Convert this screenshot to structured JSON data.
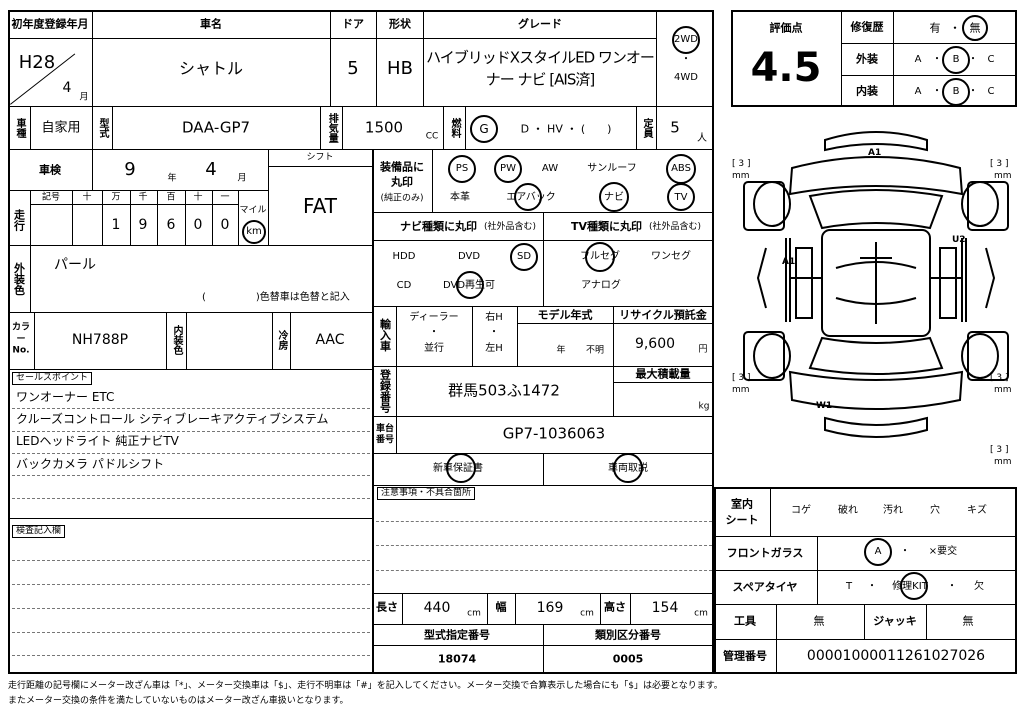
{
  "header": {
    "reg_label": "初年度登録年月",
    "name_label": "車名",
    "door_label": "ドア",
    "shape_label": "形状",
    "grade_label": "グレード",
    "reg_era": "H28",
    "reg_month": "4",
    "month_unit": "月",
    "car_name": "シャトル",
    "doors": "5",
    "shape": "HB",
    "grade_line1": "ハイブリッドXスタイルED ワンオー",
    "grade_line2": "ナー ナビ [AIS済]",
    "drive_2wd": "2WD",
    "drive_dot": "・",
    "drive_4wd": "4WD"
  },
  "score": {
    "label": "評価点",
    "value": "4.5",
    "repair_label": "修復歴",
    "repair_yes": "有",
    "repair_dot": "・",
    "repair_no": "無",
    "exterior_label": "外装",
    "interior_label": "内装",
    "grade_a": "A",
    "grade_b": "B",
    "grade_c": "C",
    "dot": "・"
  },
  "row2": {
    "use_label": "車種",
    "use_value": "自家用",
    "model_label": "型式",
    "model_value": "DAA-GP7",
    "disp_label": "排気量",
    "disp_value": "1500",
    "disp_unit": "CC",
    "fuel_label": "燃料",
    "fuel_g": "G",
    "fuel_rest": "D ・ HV ・ (　　)",
    "cap_label": "定員",
    "cap_value": "5",
    "cap_unit": "人"
  },
  "inspection": {
    "label": "車検",
    "year": "9",
    "year_unit": "年",
    "month": "4",
    "month_unit": "月",
    "shift_label": "シフト",
    "shift_value": "FAT",
    "mileage_label": "走行",
    "kigou": "記号",
    "digit_headers": [
      "十",
      "万",
      "千",
      "百",
      "十",
      "一"
    ],
    "digits": [
      "",
      "1",
      "9",
      "6",
      "0",
      "0"
    ],
    "mile_label": "マイル",
    "km_label": "km"
  },
  "color": {
    "label": "外装色",
    "value": "パール",
    "change_note": "(　　　　　)色替車は色替と記入",
    "code_label": "カラーNo.",
    "code_value": "NH788P",
    "interior_label": "内装色",
    "ac_label": "冷房",
    "ac_value": "AAC"
  },
  "equipment": {
    "label_line1": "装備品に",
    "label_line2": "丸印",
    "label_line3": "(純正のみ)",
    "ps": "PS",
    "pw": "PW",
    "aw": "AW",
    "sunroof": "サンルーフ",
    "abs": "ABS",
    "leather": "本革",
    "airbag": "エアバック",
    "navi": "ナビ",
    "tv": "TV"
  },
  "navi_types": {
    "label": "ナビ種類に丸印",
    "sub": "(社外品含む)",
    "hdd": "HDD",
    "dvd": "DVD",
    "sd": "SD",
    "cd": "CD",
    "dvd_play": "DVD再生可"
  },
  "tv_types": {
    "label": "TV種類に丸印",
    "sub": "(社外品含む)",
    "fullseg": "フルセグ",
    "oneseg": "ワンセグ",
    "analog": "アナログ"
  },
  "import": {
    "label": "輸入車",
    "dealer": "ディーラー",
    "dot": "・",
    "parallel": "並行",
    "right_h": "右H",
    "left_h": "左H",
    "model_year_label": "モデル年式",
    "model_year_year": "年",
    "model_year_unknown": "不明",
    "recycle_label": "リサイクル預託金",
    "recycle_value": "9,600",
    "recycle_unit": "円"
  },
  "registration": {
    "label": "登録番号",
    "value": "群馬503ふ1472",
    "max_load_label": "最大積載量",
    "max_load_unit": "kg",
    "chassis_label": "車台番号",
    "chassis_value": "GP7-1036063",
    "warranty": "新車保証書",
    "manual": "車両取説"
  },
  "sales_points": {
    "label": "セールスポイント",
    "lines": [
      "ワンオーナー ETC",
      "クルーズコントロール シティブレーキアクティブシステム",
      "LEDヘッドライト 純正ナビTV",
      "バックカメラ パドルシフト"
    ]
  },
  "inspection_notes": {
    "label": "検査記入欄"
  },
  "notes": {
    "label": "注意事項・不具合箇所"
  },
  "dimensions": {
    "length_label": "長さ",
    "length_value": "440",
    "width_label": "幅",
    "width_value": "169",
    "height_label": "高さ",
    "height_value": "154",
    "unit": "cm",
    "type_num_label": "型式指定番号",
    "type_num_value": "18074",
    "class_num_label": "類別区分番号",
    "class_num_value": "0005"
  },
  "interior_panel": {
    "seat_label_1": "室内",
    "seat_label_2": "シート",
    "seat_items": [
      "コゲ",
      "破れ",
      "汚れ",
      "穴",
      "キズ"
    ],
    "glass_label": "フロントガラス",
    "glass_a": "A",
    "glass_dot": "・",
    "glass_x": "×要交",
    "spare_label": "スペアタイヤ",
    "spare_t": "T",
    "spare_dot": "・",
    "spare_kit": "修理KIT",
    "spare_none": "欠",
    "tools_label": "工具",
    "tools_value": "無",
    "jack_label": "ジャッキ",
    "jack_value": "無",
    "mgmt_label": "管理番号",
    "mgmt_value": "00001000011261027026"
  },
  "diagram": {
    "a1_top": "A1",
    "a1_side": "A1",
    "u2": "U2",
    "w1": "W1",
    "mm": "mm",
    "bracket": "[ 3 ]"
  },
  "footer": {
    "line1": "走行距離の記号欄にメーター改ざん車は「*」、メーター交換車は「$」、走行不明車は「#」を記入してください。メーター交換で合算表示した場合にも「$」は必要となります。",
    "line2": "またメーター交換の条件を満たしていないものはメーター改ざん車扱いとなります。"
  }
}
